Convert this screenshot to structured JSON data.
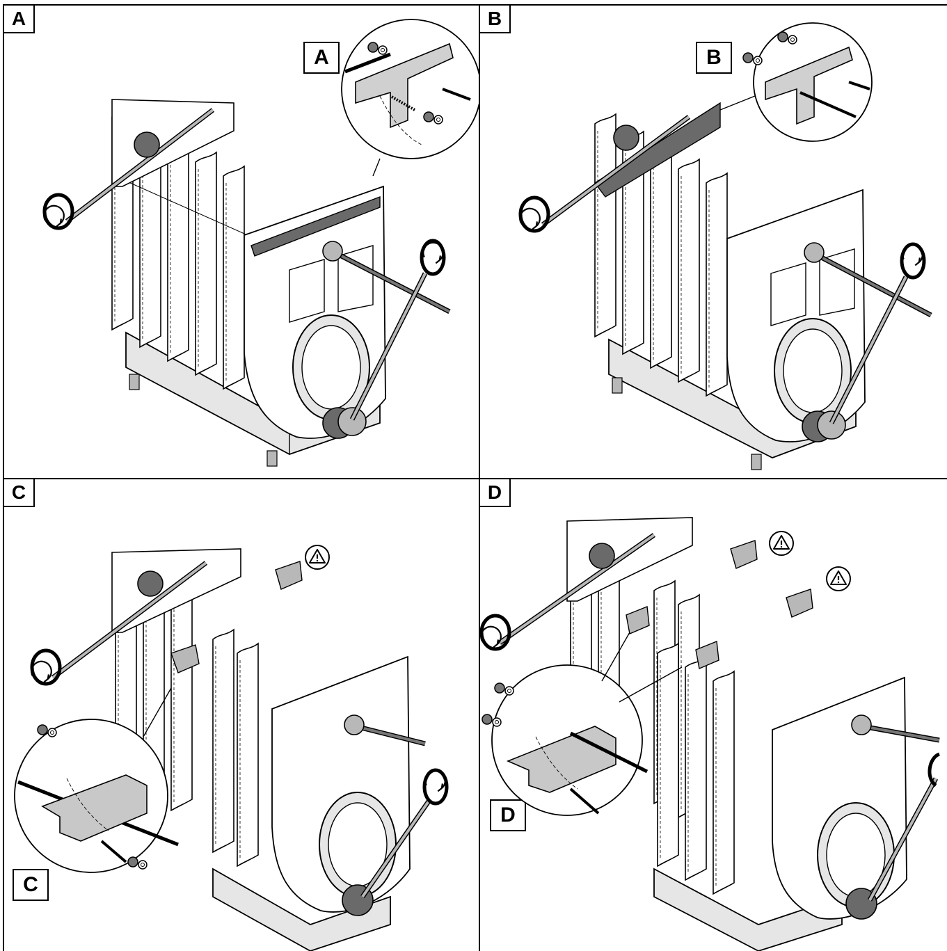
{
  "panels": [
    {
      "id": "a",
      "label": "A",
      "callout": "A"
    },
    {
      "id": "b",
      "label": "B",
      "callout": "B"
    },
    {
      "id": "c",
      "label": "C",
      "callout": "C"
    },
    {
      "id": "d",
      "label": "D",
      "callout": "D"
    }
  ],
  "icons": {
    "warning": "warning-triangle-icon",
    "rotate": "rotate-arrow-icon",
    "wrench": "ring-wrench-icon"
  },
  "colors": {
    "line": "#000000",
    "fill_light": "#e6e6e6",
    "fill_mid": "#b8b8b8",
    "fill_dark": "#6a6a6a"
  }
}
